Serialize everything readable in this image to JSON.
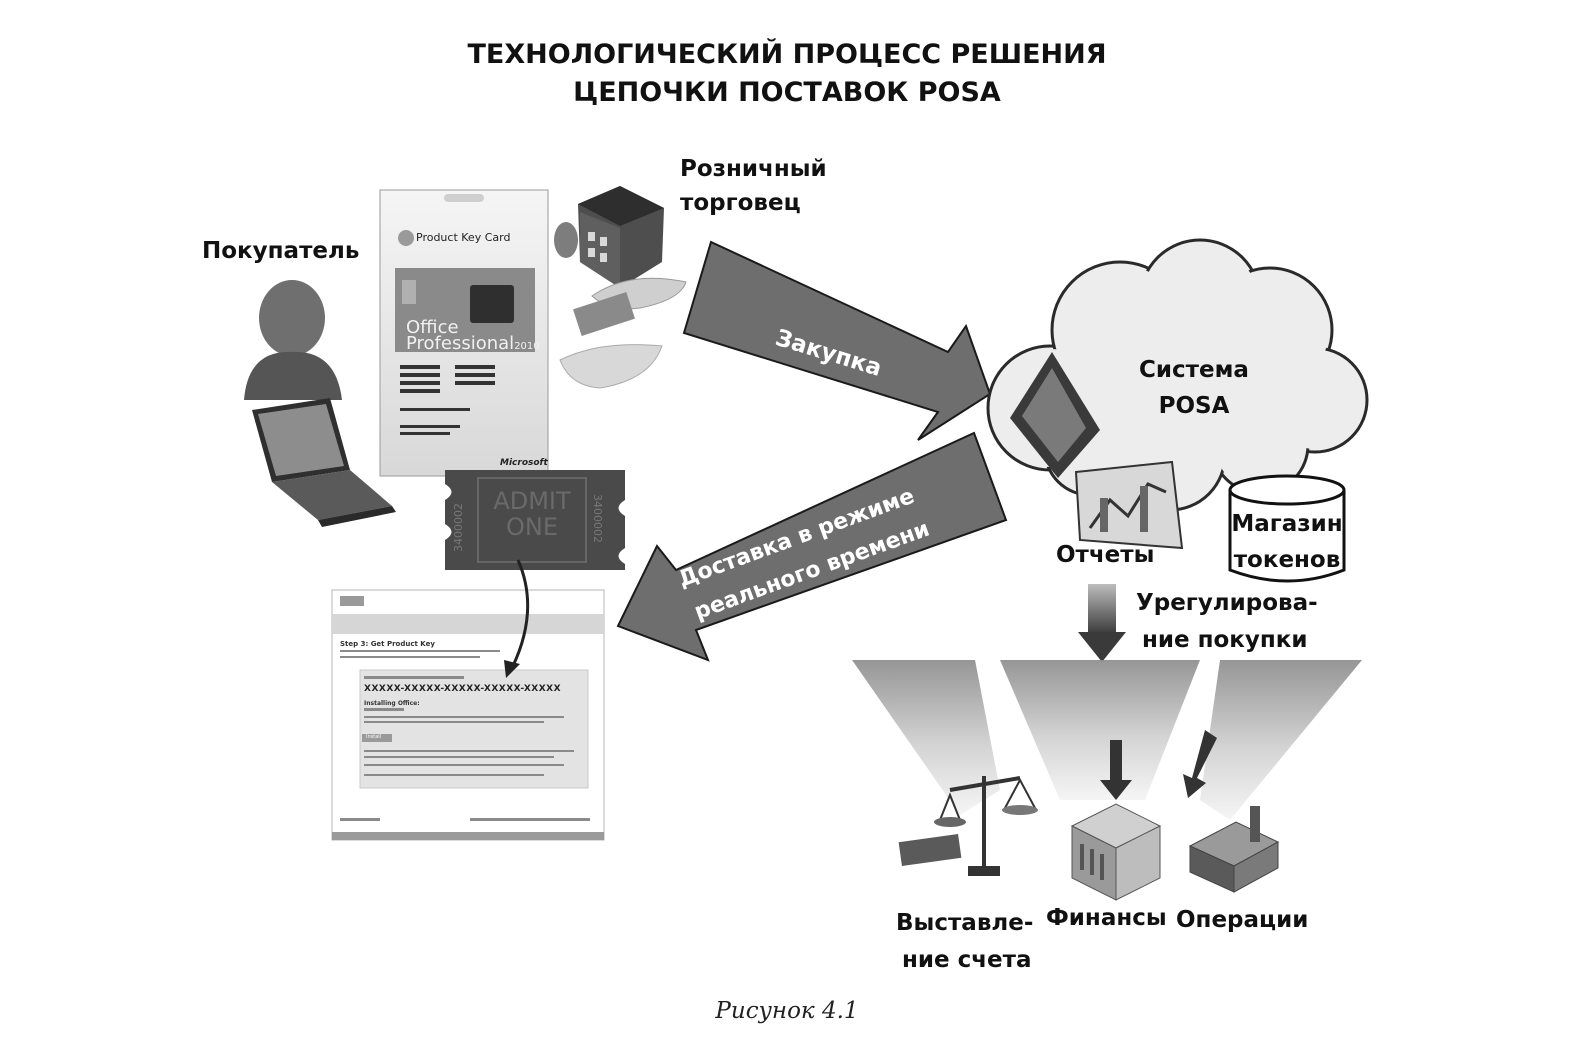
{
  "title_line1": "ТЕХНОЛОГИЧЕСКИЙ ПРОЦЕСС РЕШЕНИЯ",
  "title_line2": "ЦЕПОЧКИ ПОСТАВОК POSA",
  "labels": {
    "buyer": "Покупатель",
    "retailer_line1": "Розничный",
    "retailer_line2": "торговец",
    "purchase": "Закупка",
    "delivery_line1": "Доставка в режиме",
    "delivery_line2": "реального  времени",
    "system_line1": "Система",
    "system_line2": "POSA",
    "reports": "Отчеты",
    "token_store_line1": "Магазин",
    "token_store_line2": "токенов",
    "settlement_line1": "Урегулирова-",
    "settlement_line2": "ние покупки",
    "billing_line1": "Выставле-",
    "billing_line2": "ние счета",
    "finance": "Финансы",
    "operations": "Операции"
  },
  "card": {
    "header": "Product Key Card",
    "product_line1": "Office",
    "product_line2": "Professional",
    "product_year": "2010",
    "brand": "Microsoft"
  },
  "ticket": {
    "line1": "ADMIT",
    "line2": "ONE",
    "serial": "3400002"
  },
  "webpage": {
    "step_heading": "Step 3: Get Product Key",
    "key": "XXXXX-XXXXX-XXXXX-XXXXX-XXXXX",
    "section": "Installing Office:",
    "button": "Install"
  },
  "caption": "Рисунок 4.1",
  "colors": {
    "arrow": "#6e6e6e",
    "arrow_edge": "#1a1a1a",
    "text": "#111111"
  }
}
